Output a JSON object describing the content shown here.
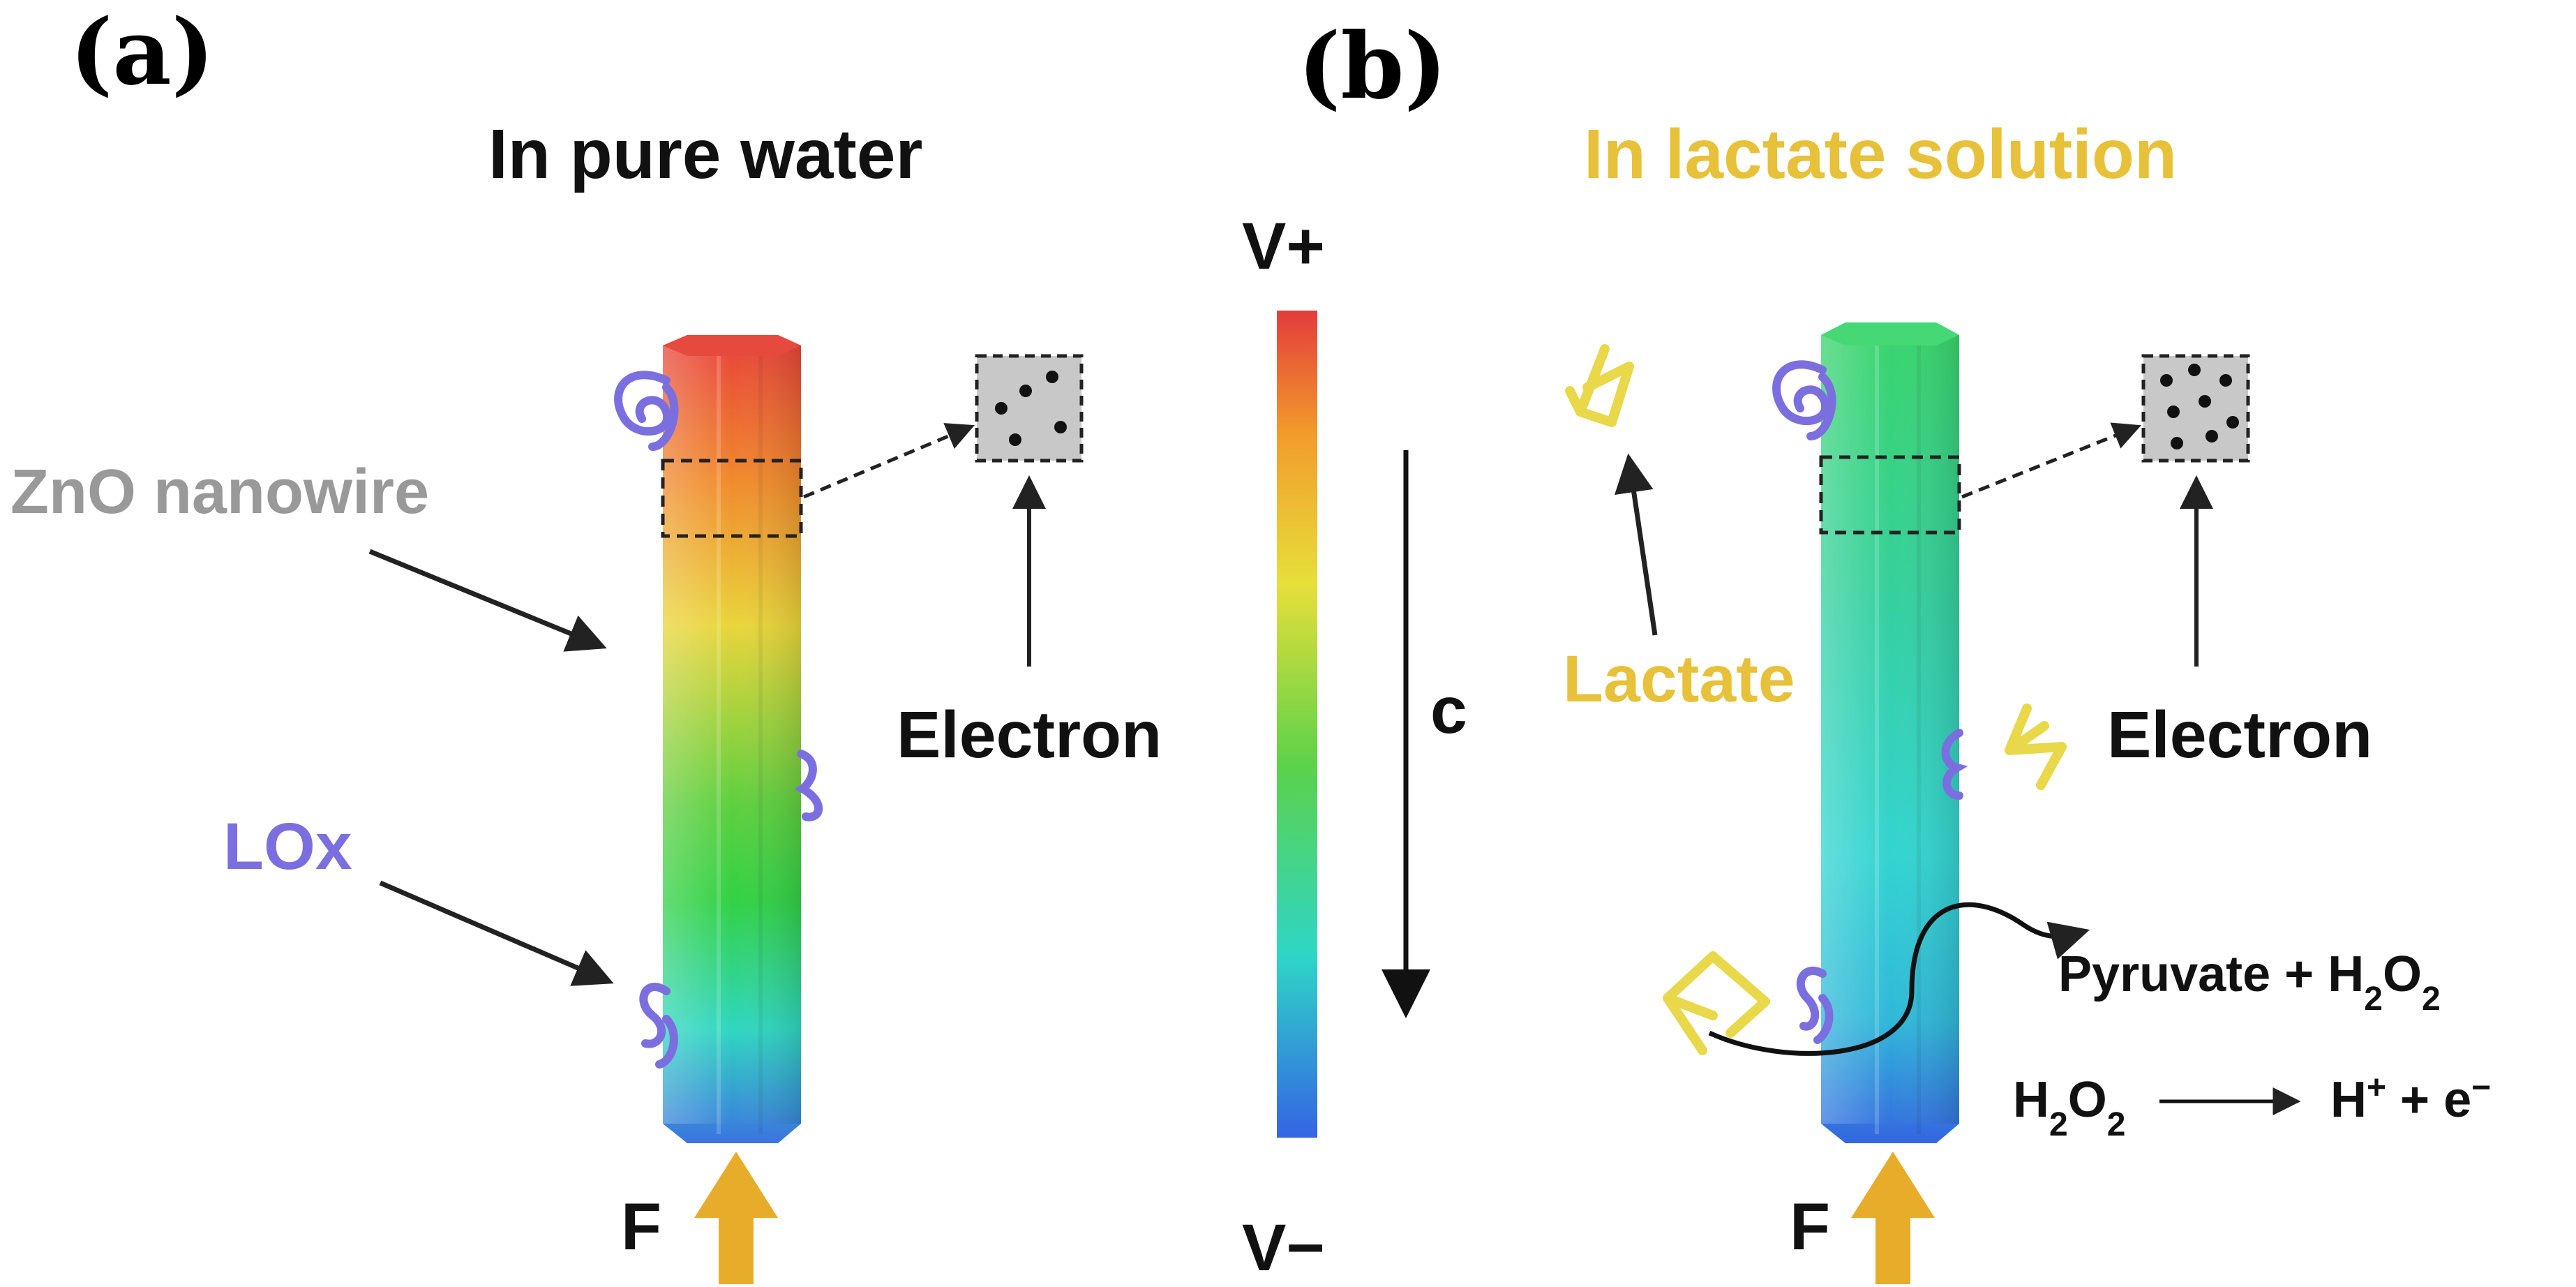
{
  "panel_a": {
    "label": "(a)",
    "title": "In pure water",
    "nanowire_label": "ZnO nanowire",
    "enzyme_label": "LOx",
    "electron_label": "Electron",
    "force_label": "F"
  },
  "scale": {
    "top_label": "V+",
    "bottom_label": "V−",
    "arrow_label": "c"
  },
  "panel_b": {
    "label": "(b)",
    "title": "In lactate solution",
    "lactate_label": "Lactate",
    "electron_label": "Electron",
    "force_label": "F",
    "reaction1": {
      "product": "Pyruvate + H",
      "subscript": "2",
      "suffix": "O",
      "suffix_subscript": "2"
    },
    "reaction2": {
      "reactant": "H",
      "reactant_sub1": "2",
      "reactant_mid": "O",
      "reactant_sub2": "2",
      "product": "H",
      "product_sup": "+",
      "product_mid": " + e",
      "product_sup2": "−"
    }
  },
  "colors": {
    "title_a": "#111111",
    "title_b": "#e8c13a",
    "nanowire_label": "#999999",
    "enzyme": "#7b6fe0",
    "lactate": "#e8c13a",
    "force_arrow": "#e7ad2a"
  }
}
